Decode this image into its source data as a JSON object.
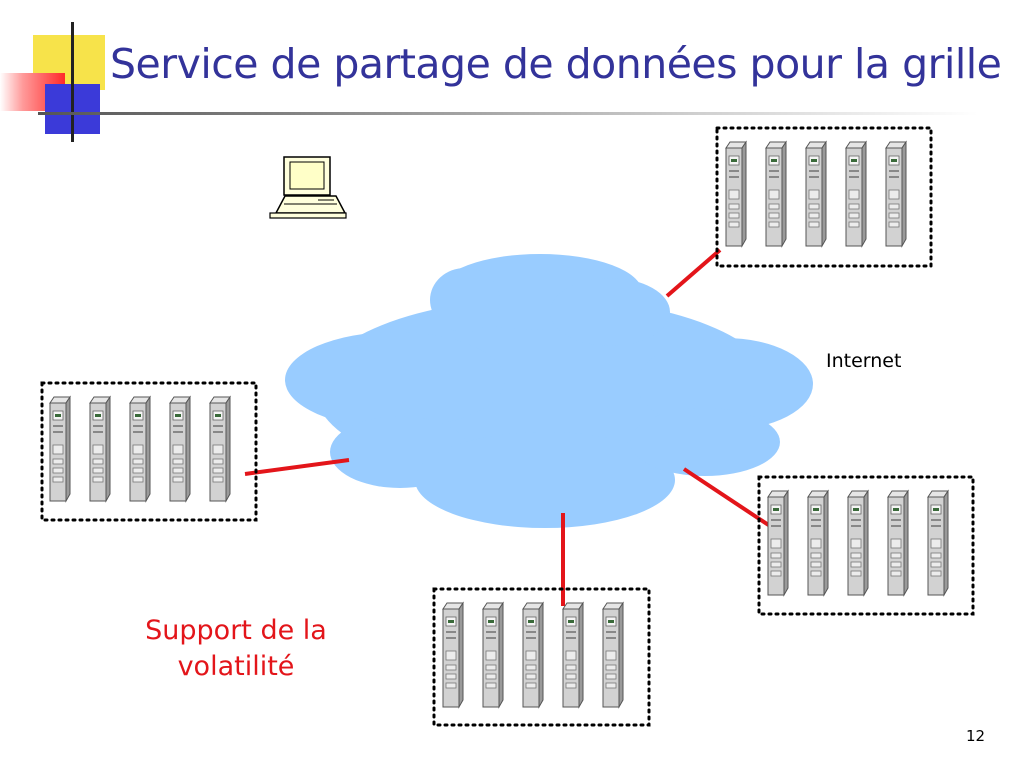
{
  "slide": {
    "title": "Service de partage de données pour la grille",
    "page_number": "12"
  },
  "diagram": {
    "cloud_label": "Internet",
    "annotation": "Support de la volatilité",
    "nodes": [
      {
        "name": "cluster-top-right",
        "servers": 5
      },
      {
        "name": "cluster-left",
        "servers": 5
      },
      {
        "name": "cluster-bottom-center",
        "servers": 5
      },
      {
        "name": "cluster-right",
        "servers": 5
      }
    ],
    "icons": [
      "desktop-computer-icon",
      "internet-cloud-icon",
      "server-icon"
    ]
  },
  "colors": {
    "title": "#33339a",
    "cloud": "#99ccff",
    "link": "#e3151a",
    "annotation": "#e3151a"
  }
}
